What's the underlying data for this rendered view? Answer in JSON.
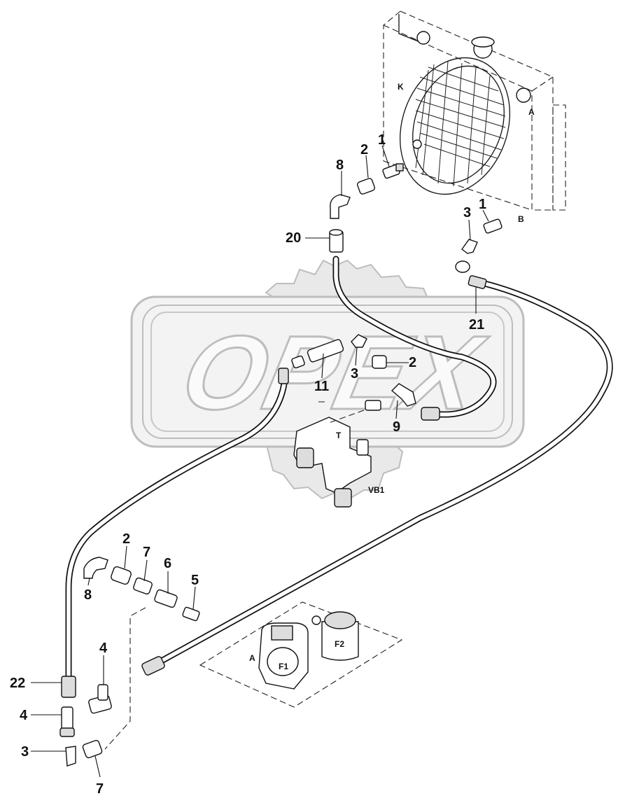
{
  "watermark": {
    "text": "OPEX"
  },
  "callouts": [
    {
      "id": "c1a",
      "label": "1"
    },
    {
      "id": "c2a",
      "label": "2"
    },
    {
      "id": "c8a",
      "label": "8"
    },
    {
      "id": "c20",
      "label": "20"
    },
    {
      "id": "c3a",
      "label": "3"
    },
    {
      "id": "c1b",
      "label": "1"
    },
    {
      "id": "c21",
      "label": "21"
    },
    {
      "id": "c11",
      "label": "11"
    },
    {
      "id": "c3b",
      "label": "3"
    },
    {
      "id": "c2b",
      "label": "2"
    },
    {
      "id": "c9",
      "label": "9"
    },
    {
      "id": "c2c",
      "label": "2"
    },
    {
      "id": "c7a",
      "label": "7"
    },
    {
      "id": "c6",
      "label": "6"
    },
    {
      "id": "c5",
      "label": "5"
    },
    {
      "id": "c8b",
      "label": "8"
    },
    {
      "id": "c4a",
      "label": "4"
    },
    {
      "id": "c22",
      "label": "22"
    },
    {
      "id": "c4b",
      "label": "4"
    },
    {
      "id": "c3c",
      "label": "3"
    },
    {
      "id": "c7b",
      "label": "7"
    }
  ],
  "component_labels": {
    "radiator_k": "K",
    "radiator_a": "A",
    "radiator_b": "B",
    "valve_t": "T",
    "valve_block": "VB1",
    "filter_a": "A",
    "filter_f1": "F1",
    "filter_f2": "F2"
  }
}
